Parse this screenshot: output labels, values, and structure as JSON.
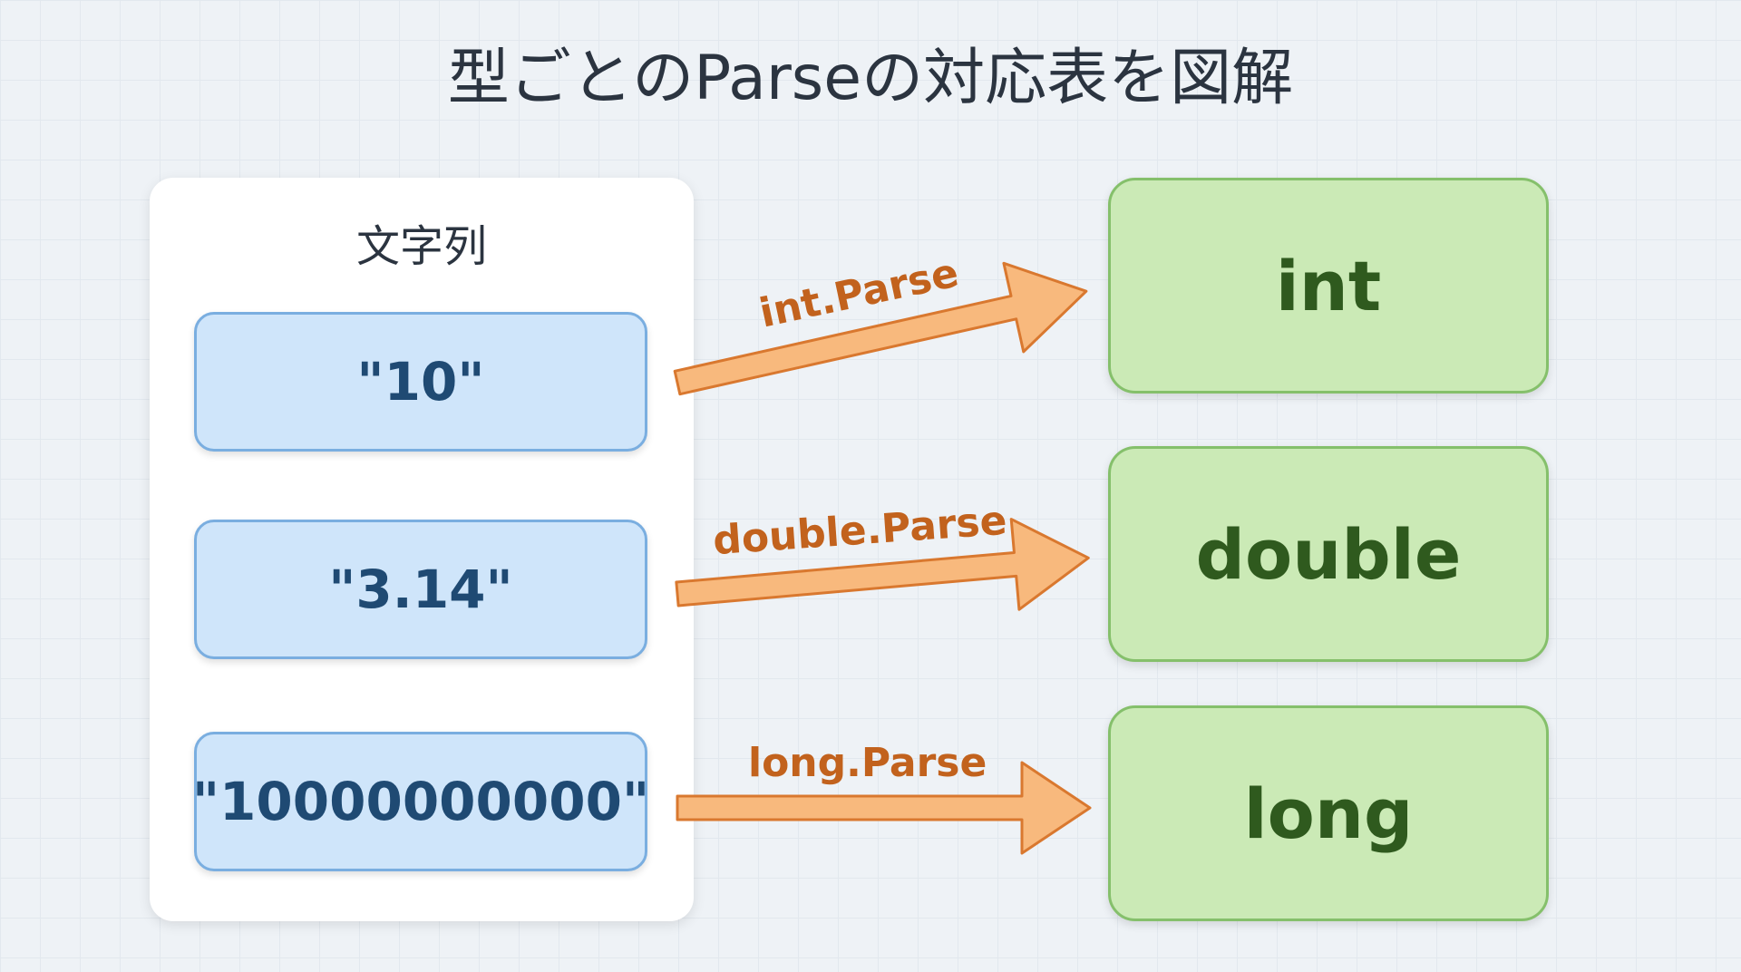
{
  "title": "型ごとのParseの対応表を図解",
  "strings_panel": {
    "title": "文字列",
    "items": [
      "\"10\"",
      "\"3.14\"",
      "\"10000000000\""
    ]
  },
  "methods": [
    "int.Parse",
    "double.Parse",
    "long.Parse"
  ],
  "types": [
    "int",
    "double",
    "long"
  ],
  "colors": {
    "string_box": "#cfe5fa",
    "type_box": "#cbeab6",
    "arrow": "#f8b97d",
    "arrow_text": "#c2621d"
  }
}
